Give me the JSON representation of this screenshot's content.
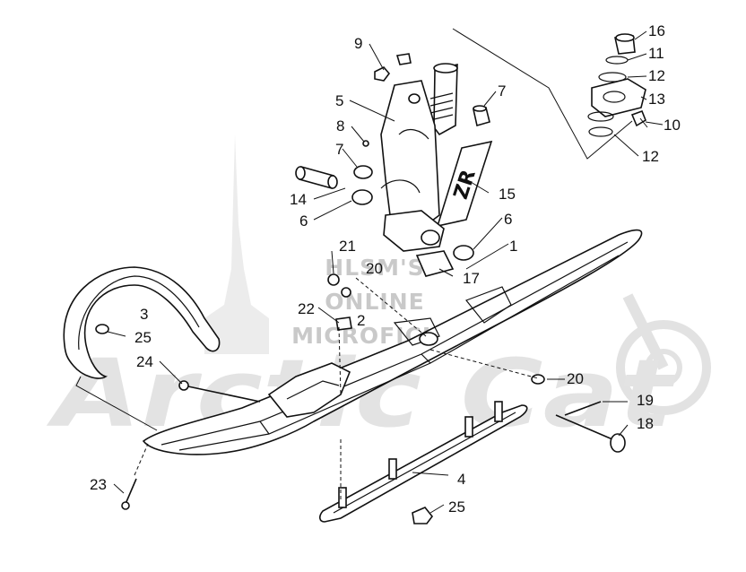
{
  "watermark": {
    "lines": [
      "HLSM'S",
      "ONLINE",
      "MICROFICHE"
    ],
    "logo_text": "Arctic Cat"
  },
  "decal_text": "ZR",
  "callouts": [
    {
      "id": "c16",
      "label": "16"
    },
    {
      "id": "c11",
      "label": "11"
    },
    {
      "id": "c12a",
      "label": "12"
    },
    {
      "id": "c13",
      "label": "13"
    },
    {
      "id": "c10",
      "label": "10"
    },
    {
      "id": "c12b",
      "label": "12"
    },
    {
      "id": "c9",
      "label": "9"
    },
    {
      "id": "c5",
      "label": "5"
    },
    {
      "id": "c7a",
      "label": "7"
    },
    {
      "id": "c8",
      "label": "8"
    },
    {
      "id": "c7b",
      "label": "7"
    },
    {
      "id": "c14",
      "label": "14"
    },
    {
      "id": "c15",
      "label": "15"
    },
    {
      "id": "c6a",
      "label": "6"
    },
    {
      "id": "c6b",
      "label": "6"
    },
    {
      "id": "c1",
      "label": "1"
    },
    {
      "id": "c21",
      "label": "21"
    },
    {
      "id": "c20a",
      "label": "20"
    },
    {
      "id": "c17",
      "label": "17"
    },
    {
      "id": "c22",
      "label": "22"
    },
    {
      "id": "c3",
      "label": "3"
    },
    {
      "id": "c2",
      "label": "2"
    },
    {
      "id": "c25a",
      "label": "25"
    },
    {
      "id": "c24",
      "label": "24"
    },
    {
      "id": "c20b",
      "label": "20"
    },
    {
      "id": "c19",
      "label": "19"
    },
    {
      "id": "c18",
      "label": "18"
    },
    {
      "id": "c23",
      "label": "23"
    },
    {
      "id": "c4",
      "label": "4"
    },
    {
      "id": "c25b",
      "label": "25"
    }
  ]
}
